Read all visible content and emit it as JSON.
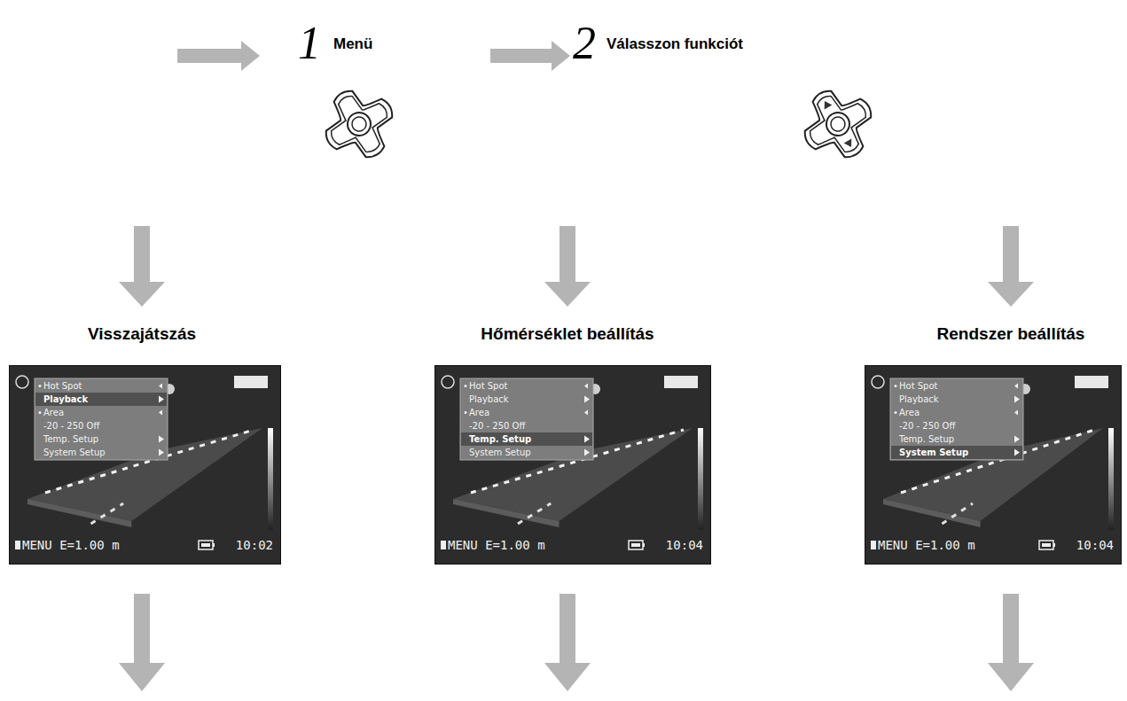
{
  "diagram": {
    "nodes": [
      {
        "text": [
          "Hot Spot",
          "Playback",
          "Area",
          "-20 - 250 Off",
          "Temp. Setup",
          "System Setup",
          "MENU E=1.00 m",
          "10:02"
        ]
      },
      {
        "text": [
          "Hot Spot",
          "Playback",
          "Area",
          "-20 - 250 Off",
          "Temp. Setup",
          "System Setup",
          "MENU E=1.00 m",
          "10:04"
        ]
      },
      {
        "text": [
          "Hot Spot",
          "Playback",
          "Area",
          "-20 - 250 Off",
          "Temp. Setup",
          "System Setup",
          "MENU E=1.00 m",
          "10:04"
        ]
      }
    ],
    "labels": [
      "1",
      "Menü",
      "2",
      "Válasszon funkciót",
      "Visszajátszás",
      "Hőmérséklet beállítás",
      "Rendszer beállítás"
    ]
  }
}
